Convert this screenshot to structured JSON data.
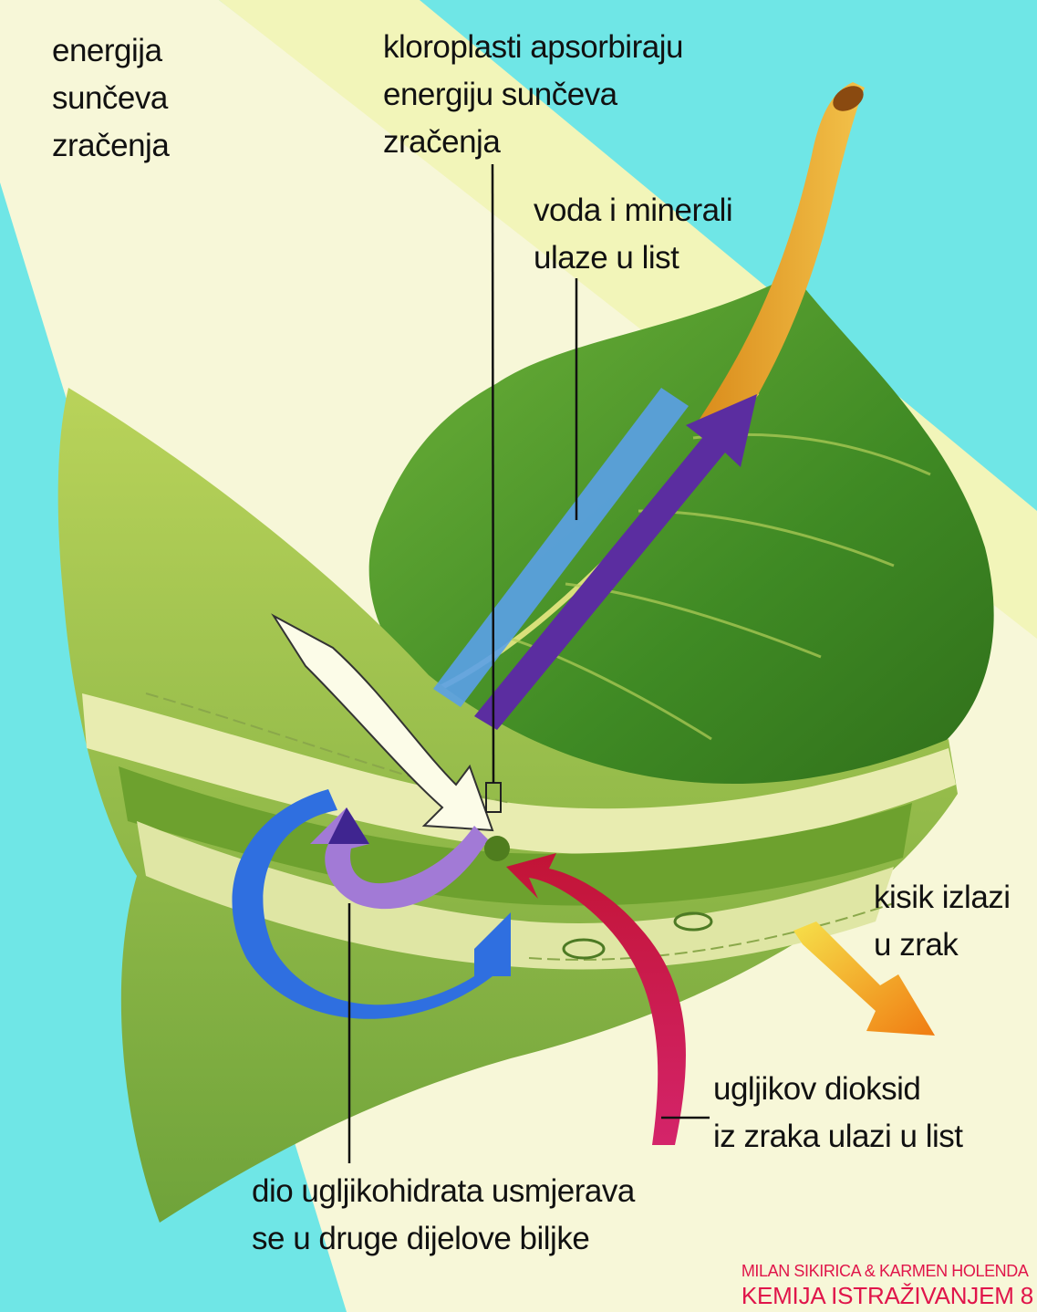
{
  "labels": {
    "solar_energy": [
      "energija",
      "sunčeva",
      "zračenja"
    ],
    "chloroplasts": [
      "kloroplasti apsorbiraju",
      "energiju sunčeva",
      "zračenja"
    ],
    "water_minerals": [
      "voda i minerali",
      "ulaze u list"
    ],
    "oxygen": [
      "kisik izlazi",
      "u zrak"
    ],
    "carbon_dioxide": [
      "ugljikov dioksid",
      "iz zraka ulazi u list"
    ],
    "carbohydrates": [
      "dio ugljikohidrata usmjerava",
      "se u druge dijelove biljke"
    ]
  },
  "credit": {
    "authors": "MILAN SIKIRICA & KARMEN HOLENDA",
    "book": "KEMIJA ISTRAŽIVANJEM 8"
  },
  "colors": {
    "sky": "#6fe6e6",
    "sunbeam": "#f7f7d8",
    "leaf_dark": "#3f8a24",
    "leaf_light": "#a7c94a",
    "water_arrow": "#5aa0e8",
    "sugar_arrow": "#5b2da0",
    "co2_arrow": "#d4246a",
    "oxygen_arrow": "#f39a1c",
    "credit": "#e0154a"
  }
}
